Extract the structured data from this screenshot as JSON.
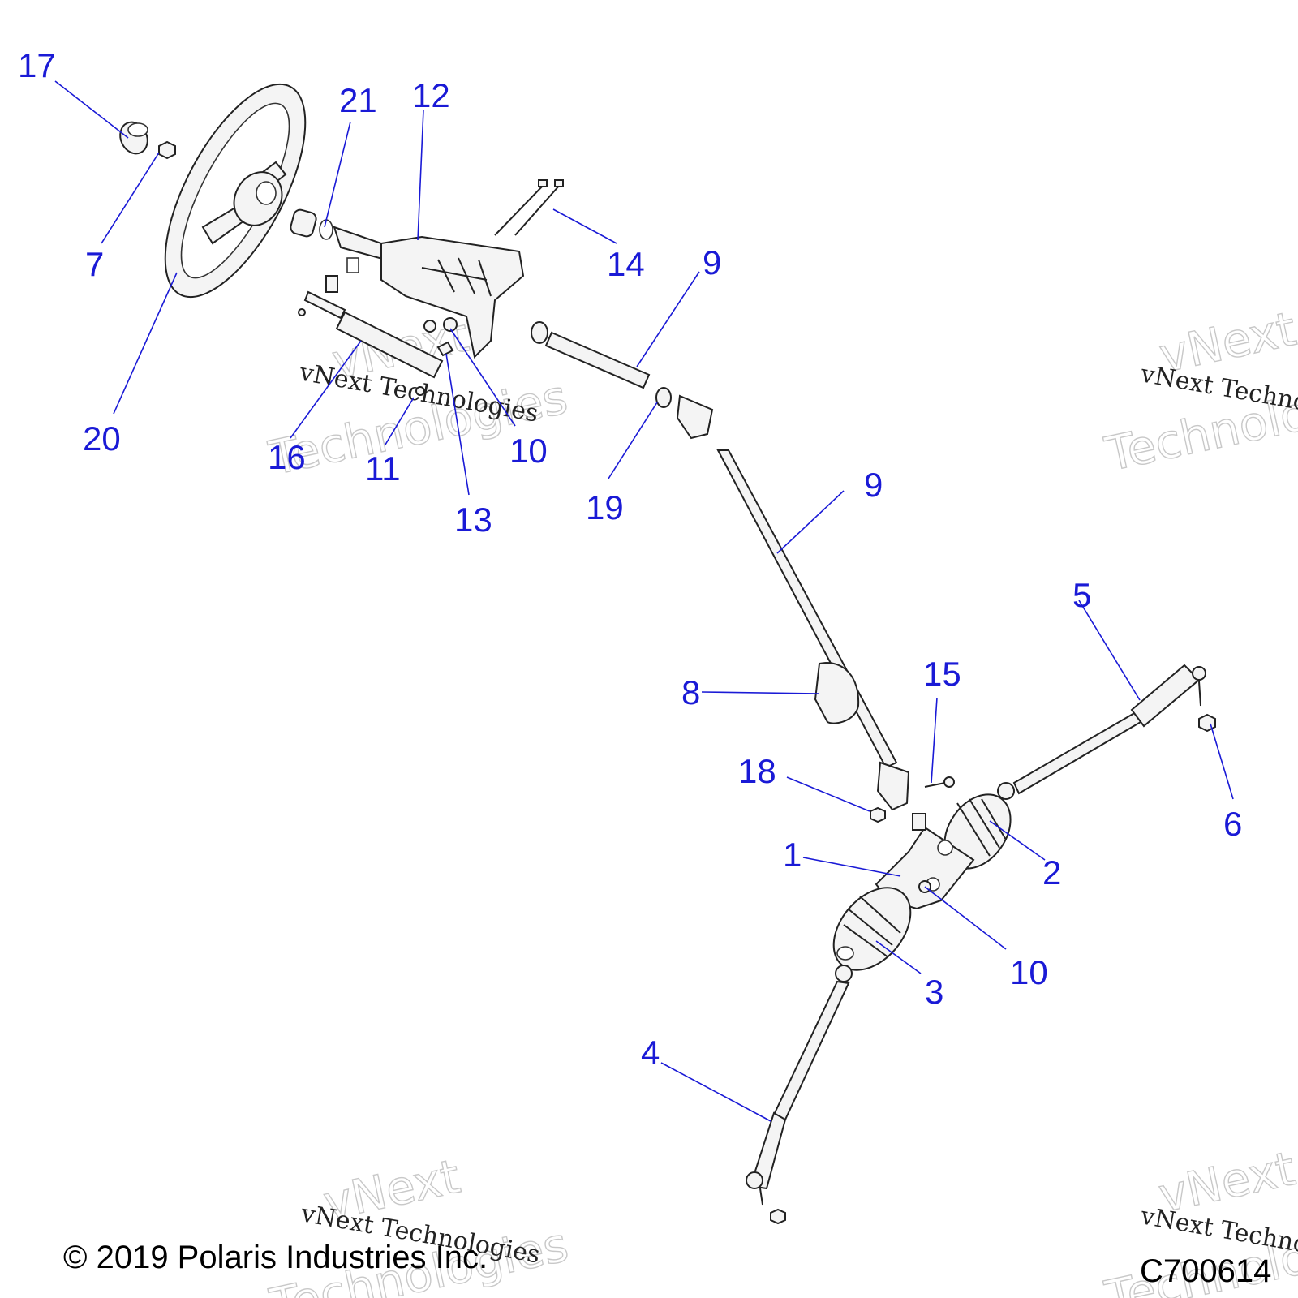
{
  "callouts": {
    "c1": "1",
    "c2": "2",
    "c3": "3",
    "c4": "4",
    "c5": "5",
    "c6": "6",
    "c7": "7",
    "c8": "8",
    "c9a": "9",
    "c9b": "9",
    "c10a": "10",
    "c10b": "10",
    "c11": "11",
    "c12": "12",
    "c13": "13",
    "c14": "14",
    "c15": "15",
    "c16": "16",
    "c17": "17",
    "c18": "18",
    "c19": "19",
    "c20": "20",
    "c21": "21"
  },
  "watermark": {
    "line": "vNext Technologies",
    "big_top": "vNext",
    "big_bottom": "Technologies"
  },
  "footer": {
    "copyright": "© 2019 Polaris Industries Inc.",
    "figure_id": "C700614"
  },
  "colors": {
    "callout": "#1a1ad6",
    "parts": "#222222",
    "watermark": "#c8c8c8"
  }
}
